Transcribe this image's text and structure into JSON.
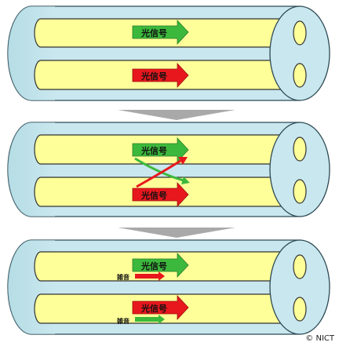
{
  "signal_label": "光信号",
  "noise_label": "雑音",
  "credit": "© NICT",
  "colors": {
    "cable_fill": "#c9e7ee",
    "cable_stroke": "#2e4a55",
    "core_fill": "#ffff99",
    "core_stroke": "#333333",
    "green_arrow": "#3cb93c",
    "red_arrow": "#e8171d",
    "step_arrow": "#a9a9a9",
    "background": "#ffffff"
  }
}
